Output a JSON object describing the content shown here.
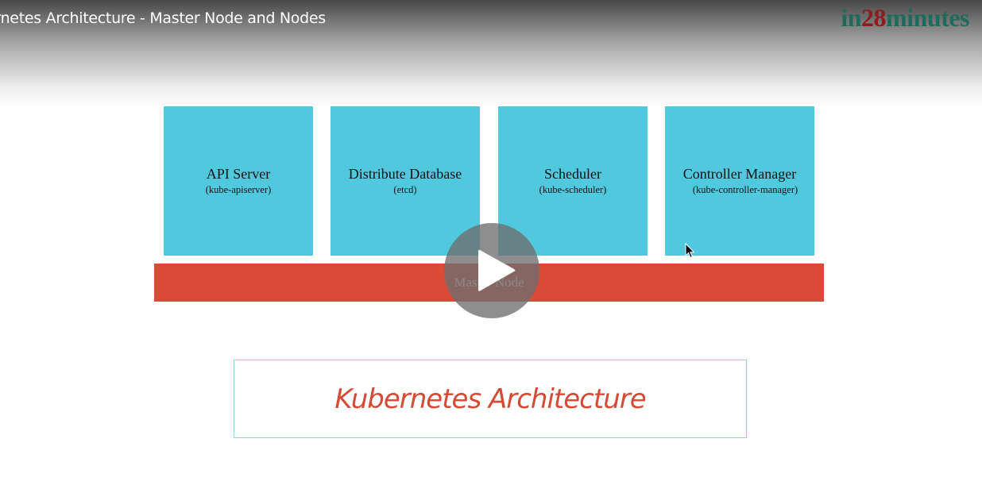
{
  "video": {
    "title": "ernetes Architecture - Master Node and Nodes"
  },
  "logo": {
    "part1": "in",
    "part2": "28",
    "part3": "minutes"
  },
  "diagram": {
    "components": [
      {
        "name": "API Server",
        "sub": "(kube-apiserver)"
      },
      {
        "name": "Distribute Database",
        "sub": "(etcd)"
      },
      {
        "name": "Scheduler",
        "sub": "(kube-scheduler)"
      },
      {
        "name": "Controller Manager",
        "sub": "(kube-controller-manager)"
      }
    ],
    "master_label": "Master Node",
    "title": "Kubernetes Architecture"
  },
  "colors": {
    "component": "#50c8de",
    "master": "#d94b37",
    "title_text": "#d44a35",
    "logo_green": "#1e6b5c",
    "logo_red": "#8a1e1e"
  },
  "icons": {
    "play": "play-icon",
    "cursor": "mouse-cursor-icon"
  }
}
